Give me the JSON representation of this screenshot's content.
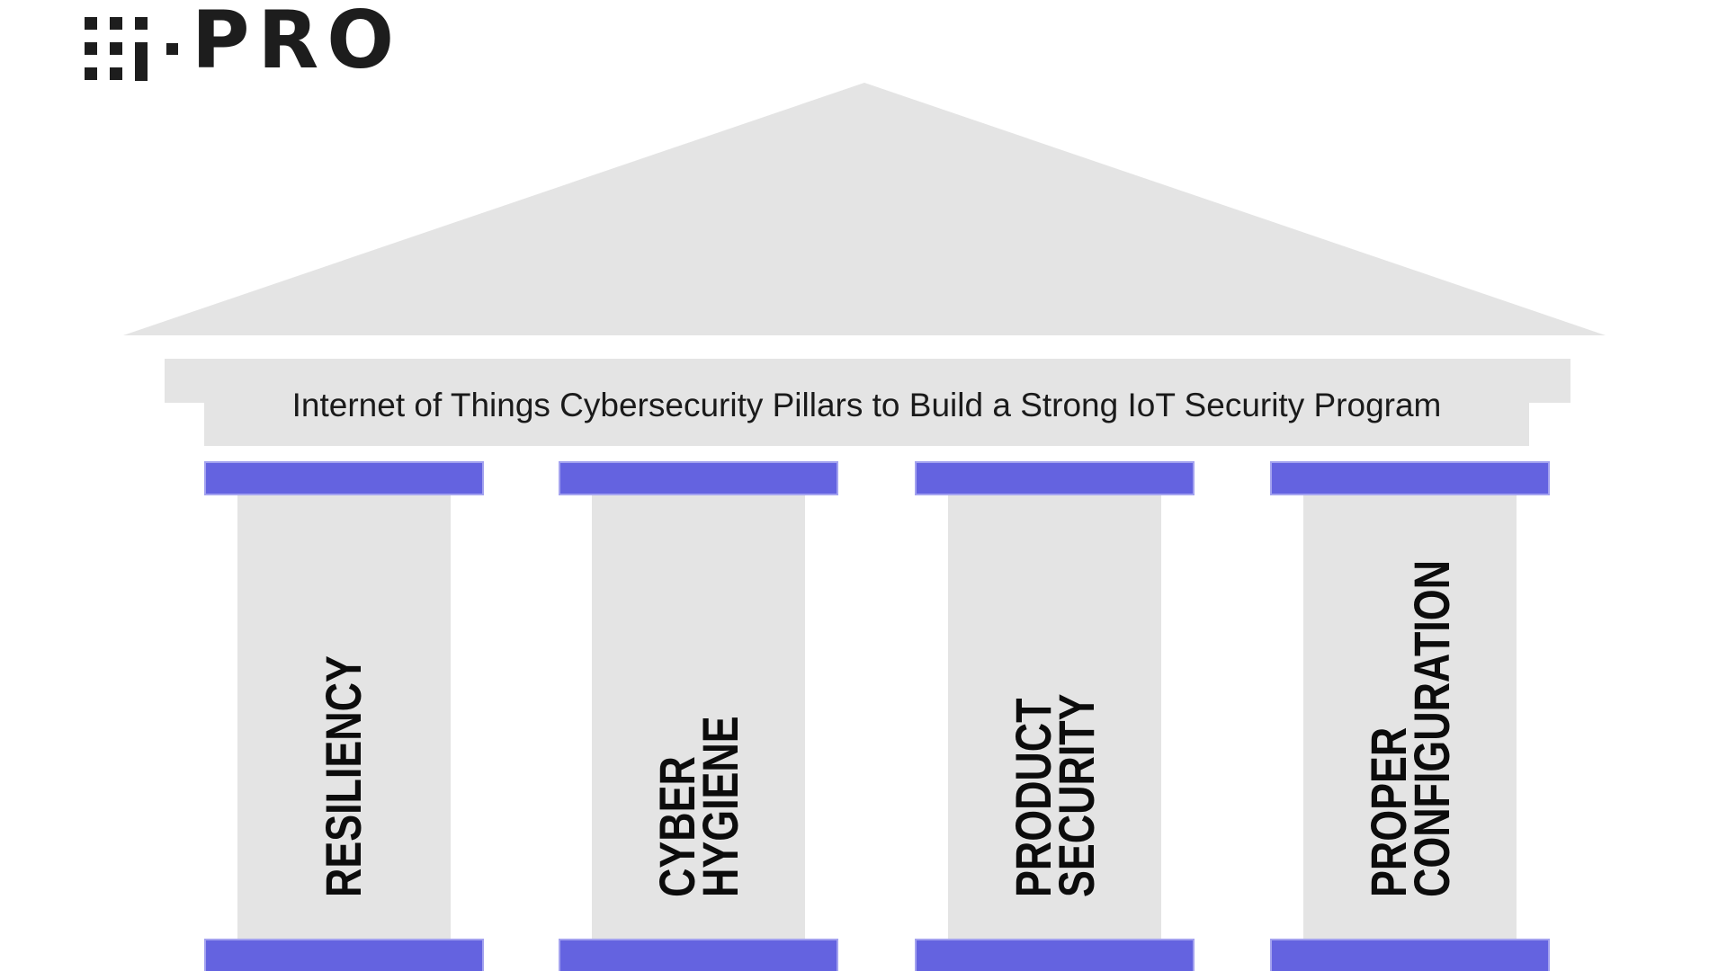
{
  "logo": {
    "brand": "i-PRO",
    "wordmark": "PRO"
  },
  "entablature": {
    "title": "Internet of Things Cybersecurity Pillars to Build a Strong IoT Security Program"
  },
  "pillars": [
    {
      "name": "resiliency",
      "lines": [
        "RESILIENCY"
      ]
    },
    {
      "name": "cyber-hygiene",
      "lines": [
        "CYBER",
        "HYGIENE"
      ]
    },
    {
      "name": "product-security",
      "lines": [
        "PRODUCT",
        "SECURITY"
      ]
    },
    {
      "name": "proper-configuration",
      "lines": [
        "PROPER",
        "CONFIGURATION"
      ]
    }
  ],
  "colors": {
    "accent_purple": "#6463e0",
    "accent_purple_edge": "#a3a2ef",
    "structure_gray": "#e4e4e4",
    "background": "#ffffff",
    "text_dark": "#1a1a1a",
    "logo_black": "#1d1d1d"
  }
}
